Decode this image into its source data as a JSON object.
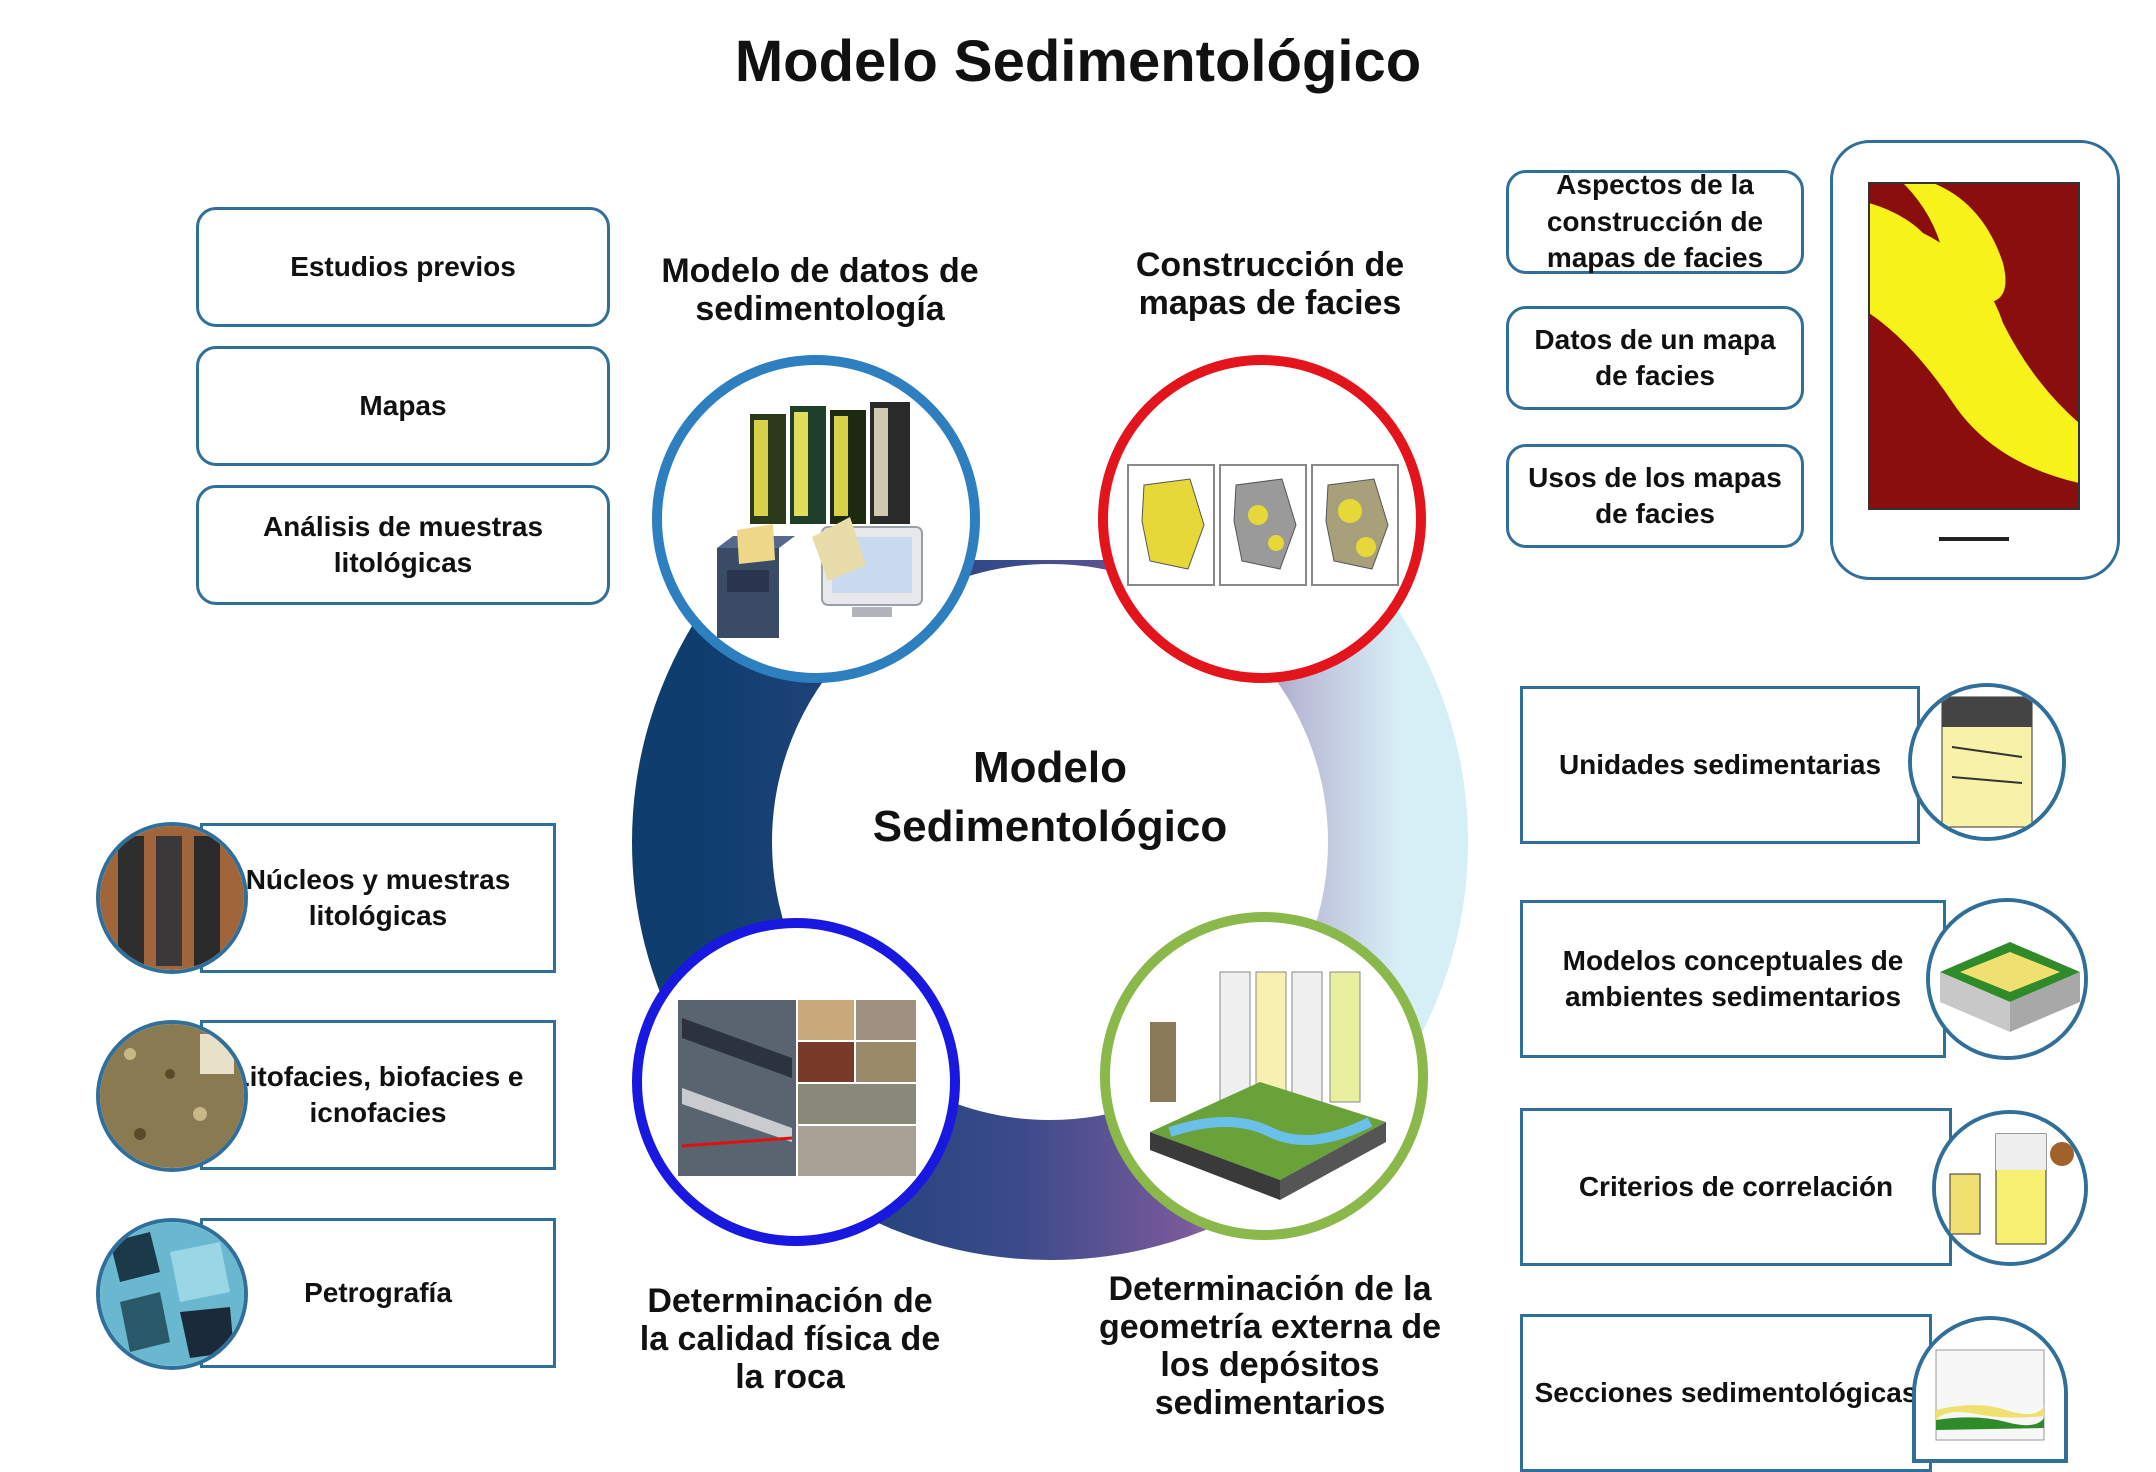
{
  "title": "Modelo Sedimentológico",
  "center": {
    "line1": "Modelo",
    "line2": "Sedimentológico"
  },
  "headings": {
    "datos": "Modelo de  datos de sedimentología",
    "mapas": "Construcción de mapas de facies",
    "calidad": "Determinación de la calidad física de la roca",
    "geometria": "Determinación de la geometría externa de los depósitos sedimentarios"
  },
  "left_top_boxes": [
    "Estudios previos",
    "Mapas",
    "Análisis de muestras litológicas"
  ],
  "right_top_boxes": [
    "Aspectos de la construcción de mapas de facies",
    "Datos de un mapa de facies",
    "Usos de los mapas de facies"
  ],
  "left_bottom_items": [
    "Núcleos y muestras litológicas",
    "Litofacies, biofacies e icnofacies",
    "Petrografía"
  ],
  "right_bottom_items": [
    "Unidades sedimentarias",
    "Modelos conceptuales de ambientes sedimentarios",
    "Criterios de correlación",
    "Secciones sedimentológicas"
  ],
  "colors": {
    "box_border": "#2f6f9a",
    "circle_datos": "#2e7fc0",
    "circle_mapas": "#e3141c",
    "circle_calidad": "#1818e0",
    "circle_geometria": "#8ab84a",
    "map_red": "#8b0e0e",
    "map_yellow": "#f7f21a"
  }
}
